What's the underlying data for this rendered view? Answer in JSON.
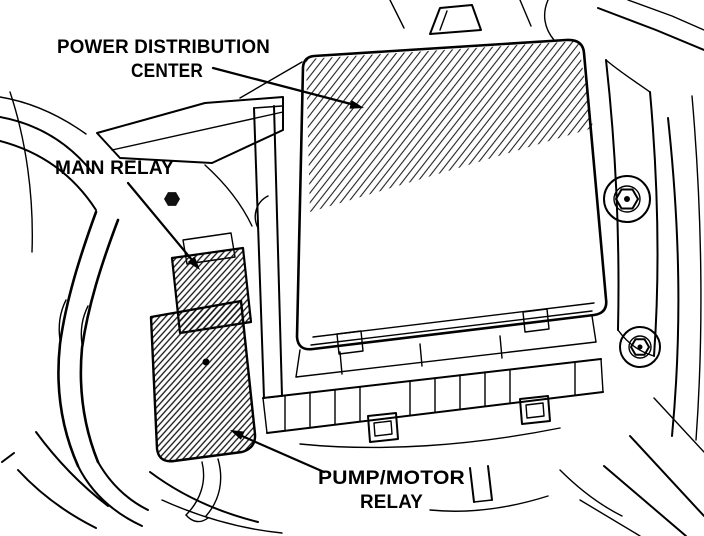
{
  "figure": {
    "type": "technical-line-illustration",
    "subject": "engine compartment relay locations",
    "callouts": {
      "pdc": {
        "line1": "POWER DISTRIBUTION",
        "line2": "CENTER"
      },
      "main_relay": {
        "label": "MAIN RELAY"
      },
      "pump_motor_relay": {
        "line1": "PUMP/MOTOR",
        "line2": "RELAY"
      }
    },
    "colors": {
      "ink": "#000000",
      "paper": "#ffffff"
    }
  }
}
